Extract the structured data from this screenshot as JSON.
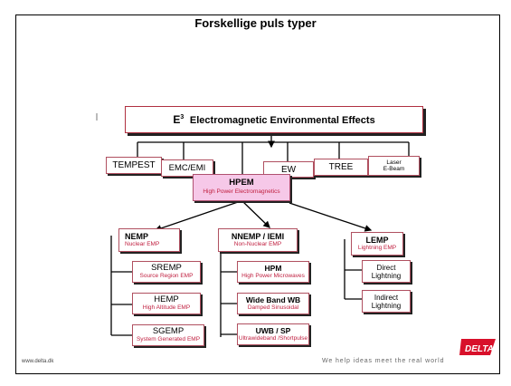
{
  "slide": {
    "title": "Forskellige puls typer",
    "footer_left": "www.delta.dk",
    "footer_tagline": "We help ideas meet the real world",
    "logo_text": "DELTA"
  },
  "diagram": {
    "root": {
      "prefix": "E",
      "superscript": "3",
      "label": "Electromagnetic Environmental Effects"
    },
    "row1": [
      {
        "label": "TEMPEST"
      },
      {
        "label": "EMC/EMI"
      },
      {
        "label": "EW"
      },
      {
        "label": "TREE"
      },
      {
        "line1": "Laser",
        "line2": "E-Beam"
      }
    ],
    "hpem": {
      "label": "HPEM",
      "sub": "High Power Electromagnetics"
    },
    "nemp": {
      "label": "NEMP",
      "sub": "Nuclear EMP",
      "children": [
        {
          "label": "SREMP",
          "sub": "Source Region EMP"
        },
        {
          "label": "HEMP",
          "sub": "High Altitude EMP"
        },
        {
          "label": "SGEMP",
          "sub": "System Generated EMP"
        }
      ]
    },
    "nnemp": {
      "label": "NNEMP / IEMI",
      "sub": "Non-Nuclear EMP",
      "children": [
        {
          "label": "HPM",
          "sub": "High Power Microwaves"
        },
        {
          "label": "Wide Band WB",
          "sub": "Damped Sinusoidal"
        },
        {
          "label": "UWB / SP",
          "sub": "Ultrawideband /Shortpulse"
        }
      ]
    },
    "lemp": {
      "label": "LEMP",
      "sub": "Lightning EMP",
      "children": [
        {
          "line1": "Direct",
          "line2": "Lightning"
        },
        {
          "line1": "Indirect",
          "line2": "Lightning"
        }
      ]
    }
  }
}
